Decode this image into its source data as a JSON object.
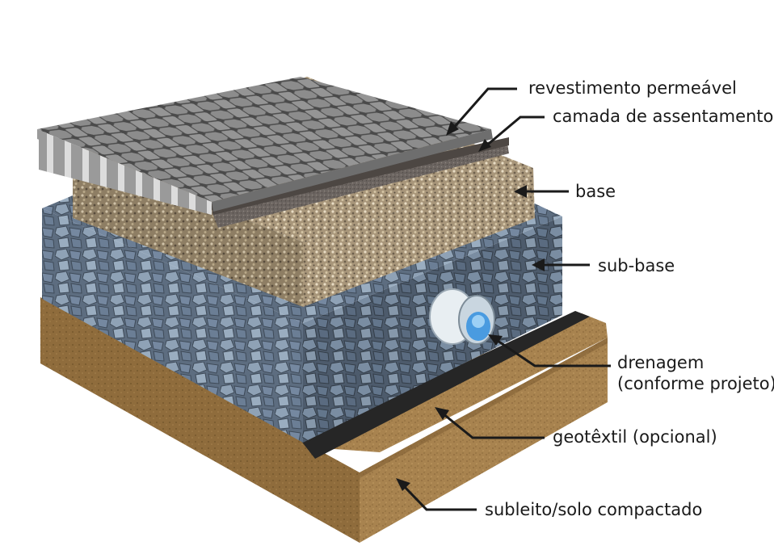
{
  "labels": {
    "revestimento": "revestimento permeável",
    "camada": "camada de assentamento",
    "base": "base",
    "subbase": "sub-base",
    "drenagem_line1": "drenagem",
    "drenagem_line2": "(conforme projeto)",
    "geotextil": "geotêxtil (opcional)",
    "subleito": "subleito/solo compactado"
  },
  "colors": {
    "paver": "#8a8a8a",
    "paver_dark": "#5e5e5e",
    "bedding": "#6b6460",
    "base_aggregate": "#b8a78a",
    "subbase_stone": "#7d8fa3",
    "geotextile": "#262626",
    "subgrade": "#a8834f",
    "pipe": "#e8eef2",
    "water": "#4a9be0",
    "leader": "#1a1a1a"
  }
}
